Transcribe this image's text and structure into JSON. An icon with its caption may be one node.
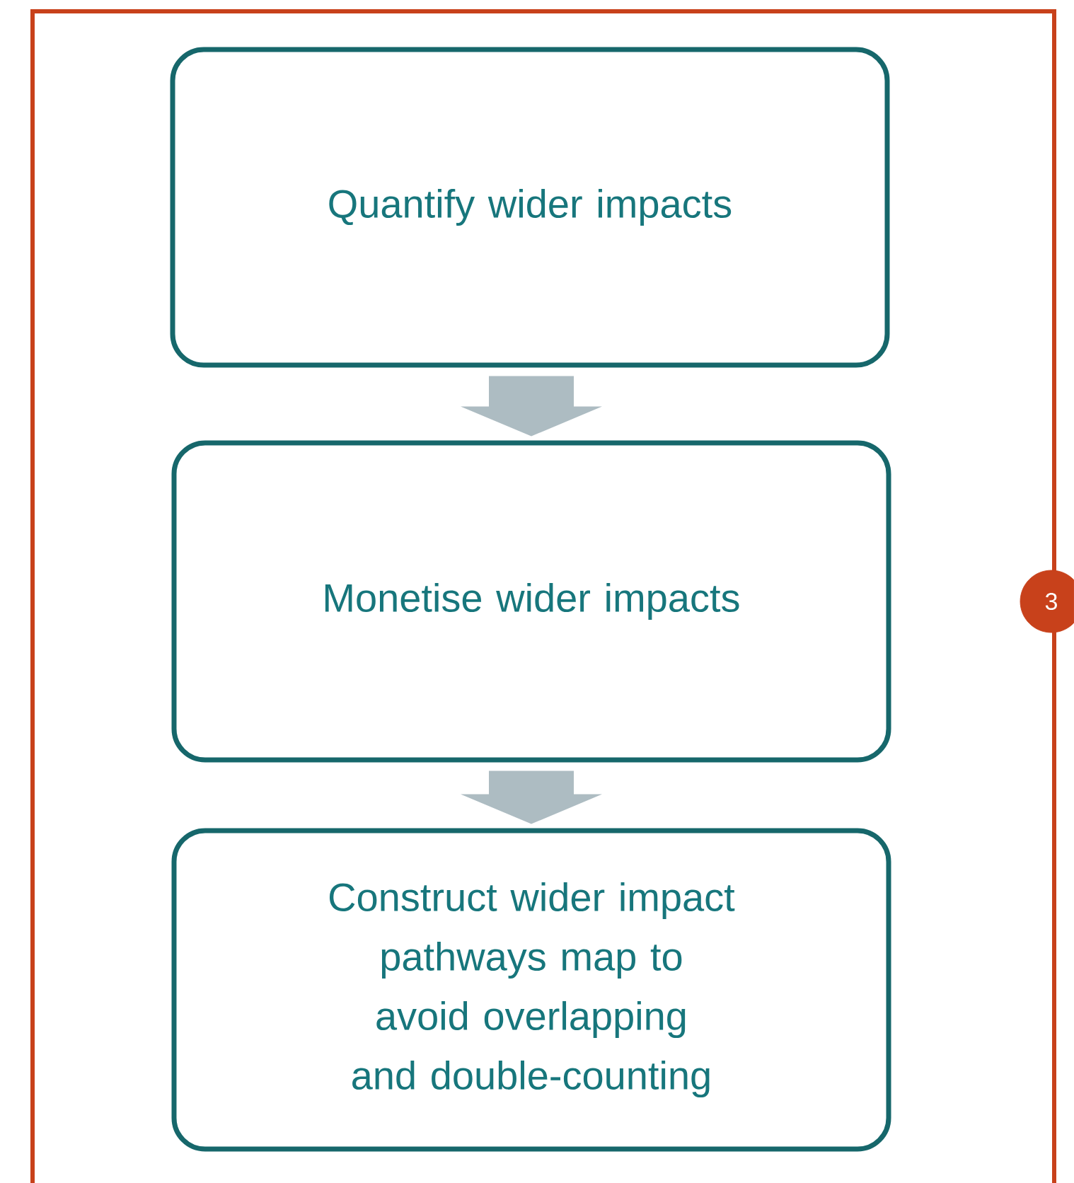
{
  "diagram": {
    "nodes": [
      {
        "text": [],
        "shape": "box"
      },
      {
        "text": [
          "Quantify wider impacts"
        ],
        "in": 0
      },
      {
        "text": [
          "Monetise wider impacts"
        ],
        "in": 0
      },
      {
        "text": [
          "Construct wider impact pathways map to avoid overlapping and double-counting"
        ],
        "in": 0
      },
      {
        "text": [
          "3"
        ]
      }
    ],
    "edges": [
      {
        "from": 1,
        "to": 2,
        "arrow": "to"
      },
      {
        "from": 2,
        "to": 3,
        "arrow": "to"
      }
    ]
  }
}
